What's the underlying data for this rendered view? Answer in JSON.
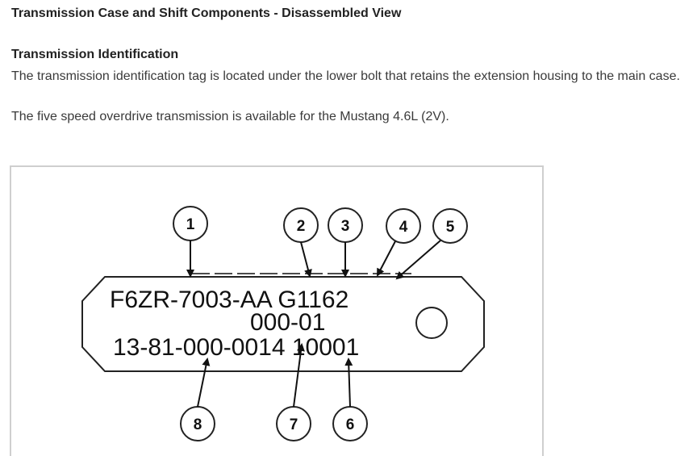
{
  "header": {
    "title": "Transmission Case and Shift Components - Disassembled View"
  },
  "section": {
    "heading": "Transmission Identification",
    "paragraphs": [
      " The transmission identification tag is located under the lower bolt that retains the extension housing to the main case.",
      " The five speed overdrive transmission is available for the Mustang 4.6L (2V)."
    ]
  },
  "figure": {
    "tag_lines": [
      "F6ZR-7003-AA G1162",
      "000-01",
      "13-81-000-0014 10001"
    ],
    "callouts": [
      "1",
      "2",
      "3",
      "4",
      "5",
      "6",
      "7",
      "8"
    ]
  }
}
